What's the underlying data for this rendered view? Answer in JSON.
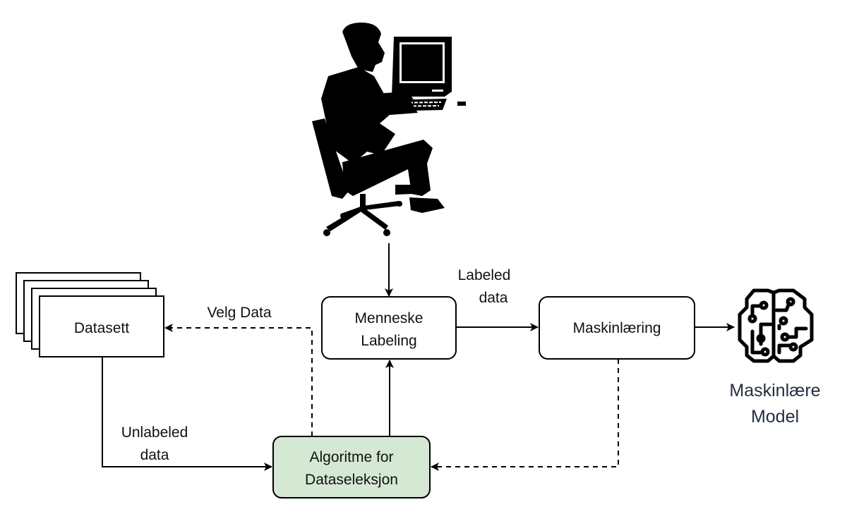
{
  "diagram": {
    "title": "",
    "nodes": {
      "datasett": {
        "label": "Datasett"
      },
      "labeling": {
        "line1": "Menneske",
        "line2": "Labeling"
      },
      "maskinlaering": {
        "label": "Maskinlæring"
      },
      "algoritme": {
        "line1": "Algoritme for",
        "line2": "Dataseleksjon"
      },
      "model": {
        "line1": "Maskinlære",
        "line2": "Model",
        "icon": "brain-circuit-icon"
      },
      "human": {
        "icon": "person-at-computer-icon"
      }
    },
    "edges": {
      "velg_data": {
        "label": "Velg Data",
        "style": "dashed"
      },
      "labeled_data": {
        "line1": "Labeled",
        "line2": "data",
        "style": "solid"
      },
      "unlabeled_data": {
        "line1": "Unlabeled",
        "line2": "data",
        "style": "solid"
      },
      "feedback": {
        "label": "",
        "style": "dashed"
      }
    },
    "colors": {
      "algoritme_fill": "#d5e8d4",
      "stroke": "#000000",
      "model_text": "#232f3e"
    }
  }
}
